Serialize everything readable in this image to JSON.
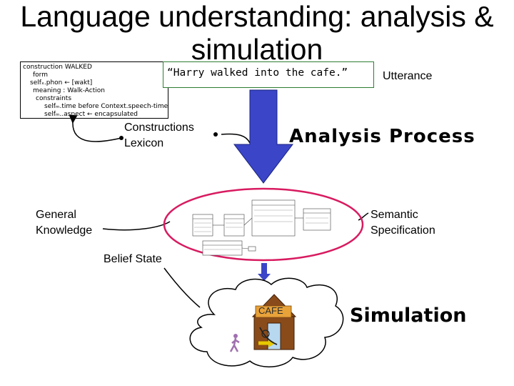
{
  "title": "Language understanding: analysis & simulation",
  "construction": {
    "lines": [
      "construction WALKED",
      "form",
      "selfₓ.phon ← [wakt]",
      "meaning : Walk-Action",
      "constraints",
      "selfₘ.time before Context.speech-time",
      "selfₘ..aspect ← encapsulated"
    ]
  },
  "utterance": {
    "text": "“Harry walked into the cafe.”",
    "label": "Utterance"
  },
  "constructions_lexicon": [
    "Constructions",
    "Lexicon"
  ],
  "analysis_process": "Analysis Process",
  "general_knowledge": [
    "General",
    "Knowledge"
  ],
  "semantic_specification": [
    "Semantic",
    "Specification"
  ],
  "belief_state": "Belief State",
  "simulation": "Simulation",
  "cafe": "CAFE",
  "colors": {
    "arrow_blue": "#3a45c8",
    "ellipse_red": "#d81b60",
    "utterance_border": "#2e7d32",
    "cafe_house": "#8a4b1a",
    "cafe_sign": "#e8a23a"
  }
}
